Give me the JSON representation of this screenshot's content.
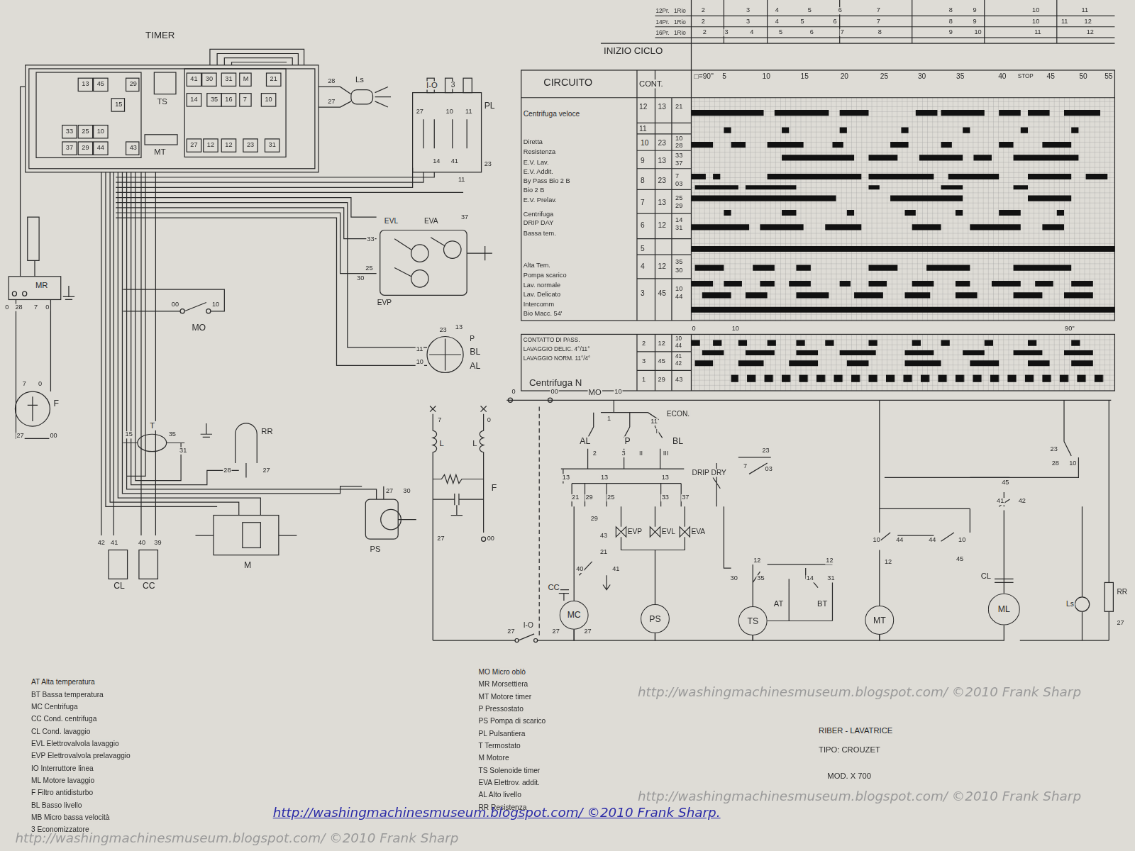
{
  "diagram": {
    "caption": "http://washingmachinesmuseum.blogspot.com/ ©2010 Frank Sharp.",
    "nodes": [
      {
        "text": [
          "MC"
        ]
      },
      {
        "text": [
          "PS"
        ]
      },
      {
        "text": [
          "TS"
        ]
      },
      {
        "text": [
          "MT"
        ]
      },
      {
        "text": [
          "ML"
        ]
      }
    ],
    "edges": [
      {
        "from": 0,
        "to": 1,
        "arrow": "none"
      },
      {
        "from": 1,
        "to": 2,
        "arrow": "none"
      },
      {
        "from": 2,
        "to": 3,
        "arrow": "none"
      },
      {
        "from": 3,
        "to": 4,
        "arrow": "none"
      }
    ],
    "labels": [
      "TIMER",
      "13",
      "45",
      "29",
      "15",
      "33",
      "25",
      "10",
      "37",
      "29",
      "44",
      "43",
      "TS",
      "MT",
      "41",
      "30",
      "31",
      "M",
      "21",
      "14",
      "35",
      "16",
      "7",
      "10",
      "27",
      "12",
      "12",
      "23",
      "31",
      "28",
      "27",
      "Ls",
      "I-O",
      "3",
      "PL",
      "27",
      "10",
      "11",
      "14",
      "41",
      "23",
      "11",
      "EVL",
      "EVA",
      "37",
      "33",
      "25",
      "30",
      "EVP",
      "MR",
      "0",
      "28",
      "7",
      "0",
      "MO",
      "00",
      "10",
      "13",
      "23",
      "P",
      "11",
      "10",
      "BL",
      "AL",
      "F",
      "7",
      "0",
      "27",
      "00",
      "T",
      "15",
      "35",
      "31",
      "RR",
      "28",
      "27",
      "27",
      "30",
      "PS",
      "M",
      "42",
      "41",
      "40",
      "39",
      "CL",
      "CC",
      "0",
      "00",
      "MO",
      "10",
      "ECON.",
      "1",
      "11",
      "AL",
      "P",
      "BL",
      "I",
      "2",
      "3",
      "II",
      "III",
      "L",
      "L",
      "7",
      "0",
      "F",
      "27",
      "00",
      "23",
      "DRIP DRY",
      "7",
      "03",
      "23",
      "28",
      "10",
      "13",
      "13",
      "13",
      "21",
      "29",
      "25",
      "33",
      "37",
      "29",
      "43",
      "21",
      "40",
      "41",
      "EVP",
      "EVL",
      "EVA",
      "CC",
      "I-O",
      "27",
      "27",
      "27",
      "12",
      "12",
      "30",
      "35",
      "14",
      "31",
      "AT",
      "BT",
      "10",
      "44",
      "44",
      "10",
      "12",
      "45",
      "45",
      "41",
      "42",
      "CL",
      "Ls",
      "RR",
      "27",
      "INIZIO CICLO",
      "12Pr.",
      "1Rio",
      "14Pr.",
      "1Rio",
      "16Pr.",
      "1Rio",
      "2",
      "3",
      "4",
      "5",
      "6",
      "7",
      "8",
      "9",
      "10",
      "11",
      "2",
      "3",
      "4",
      "5",
      "6",
      "7",
      "8",
      "9",
      "10",
      "11",
      "12",
      "2",
      "3",
      "4",
      "5",
      "6",
      "7",
      "8",
      "9",
      "10",
      "11",
      "12",
      "CIRCUITO",
      "CONT.",
      "□=90''",
      "5",
      "10",
      "15",
      "20",
      "25",
      "30",
      "35",
      "40",
      "STOP",
      "45",
      "50",
      "55",
      "Centrifuga veloce",
      "12",
      "13",
      "21",
      "11",
      "Diretta",
      "Resistenza",
      "E.V. Lav.",
      "E.V. Addit.",
      "By Pass Bio 2 B",
      "Bio 2 B",
      "E.V. Prelav.",
      "Centrifuga",
      "DRIP DAY",
      "Bassa tem.",
      "Alta Tem.",
      "Pompa scarico",
      "Lav. normale",
      "Lav. Delicato",
      "Intercomm",
      "Bio Macc. 54'",
      "10",
      "23",
      "10",
      "28",
      "9",
      "13",
      "33",
      "37",
      "8",
      "23",
      "7",
      "03",
      "7",
      "13",
      "25",
      "29",
      "6",
      "12",
      "14",
      "31",
      "5",
      "4",
      "12",
      "35",
      "30",
      "3",
      "45",
      "10",
      "44",
      "0",
      "10",
      "90''",
      "CONTATTO DI PASS.",
      "LAVAGGIO DELIC. 4°/11°",
      "LAVAGGIO NORM. 11°/4°",
      "Centrifuga N",
      "2",
      "12",
      "10",
      "44",
      "3",
      "45",
      "41",
      "42",
      "1",
      "29",
      "43",
      "AT Alta temperatura",
      "BT Bassa temperatura",
      "MC Centrifuga",
      "CC Cond. centrifuga",
      "CL Cond. lavaggio",
      "EVL Elettrovalvola lavaggio",
      "EVP Elettrovalvola prelavaggio",
      "IO Interruttore linea",
      "ML Motore lavaggio",
      "F Filtro antidisturbo",
      "BL Basso livello",
      "MB Micro bassa velocità",
      "3 Economizzatore",
      "MO Micro oblò",
      "MR Morsettiera",
      "MT Motore timer",
      "P Pressostato",
      "PS Pompa di scarico",
      "PL Pulsantiera",
      "T Termostato",
      "M Motore",
      "TS Solenoide timer",
      "EVA Elettrov. addit.",
      "AL Alto livello",
      "RR Resistenza",
      "RIBER - LAVATRICE",
      "TIPO: CROUZET",
      "MOD. X 700",
      "http://washingmachinesmuseum.blogspot.com/ ©2010 Frank Sharp",
      "http://washingmachinesmuseum.blogspot.com/ ©2010 Frank Sharp",
      "http://washingmachinesmuseum.blogspot.com/ ©2010 Frank Sharp"
    ]
  }
}
